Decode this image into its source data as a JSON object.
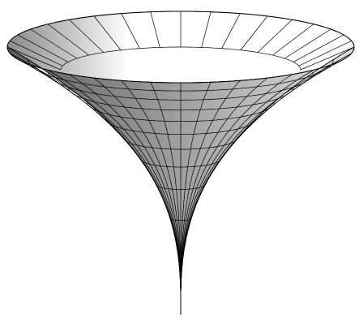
{
  "figure": {
    "shape": "pseudosphere-funnel",
    "meridian_count": 36,
    "parallel_count": 9,
    "colors": {
      "background": "#ffffff",
      "outer_surface_dark": "#5a5a5a",
      "outer_surface_mid": "#9a9a9a",
      "outer_surface_light": "#e0e0e0",
      "inner_surface_dark": "#8a8a8a",
      "inner_surface_light": "#ffffff",
      "mesh_line": "#000000"
    }
  }
}
